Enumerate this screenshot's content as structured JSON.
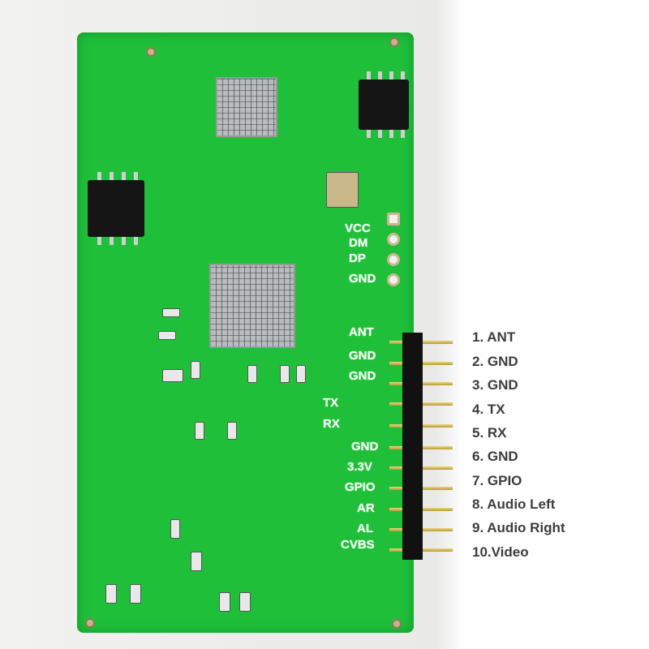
{
  "pinout_list": [
    "1. ANT",
    "2. GND",
    "3. GND",
    "4. TX",
    "5. RX",
    "6. GND",
    "7. GPIO",
    "8. Audio Left",
    "9. Audio Right",
    "10.Video"
  ],
  "board_labels": {
    "usb": [
      "VCC",
      "DM",
      "DP",
      "GND"
    ],
    "header": [
      "ANT",
      "GND",
      "GND",
      "TX",
      "RX",
      "GND",
      "3.3V",
      "GPIO",
      "AR",
      "AL",
      "CVBS"
    ]
  },
  "colors": {
    "pcb": "#1fbf3a",
    "text": "#3d3d3d"
  }
}
